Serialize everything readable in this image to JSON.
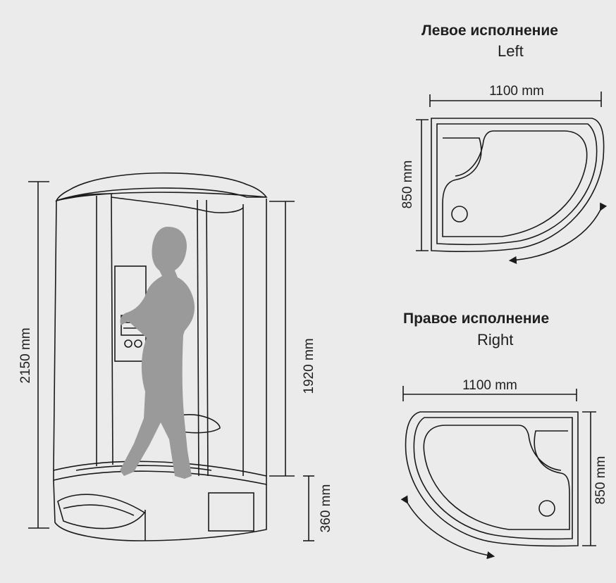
{
  "left_variant": {
    "title_ru": "Левое исполнение",
    "title_en": "Left",
    "width_label": "1100 mm",
    "depth_label": "850 mm"
  },
  "right_variant": {
    "title_ru": "Правое исполнение",
    "title_en": "Right",
    "width_label": "1100 mm",
    "depth_label": "850 mm"
  },
  "cabin": {
    "total_height_label": "2150 mm",
    "enclosure_height_label": "1920 mm",
    "base_height_label": "360 mm"
  },
  "colors": {
    "background": "#ebebeb",
    "line": "#1a1a1a",
    "silhouette": "#9a9a9a"
  }
}
